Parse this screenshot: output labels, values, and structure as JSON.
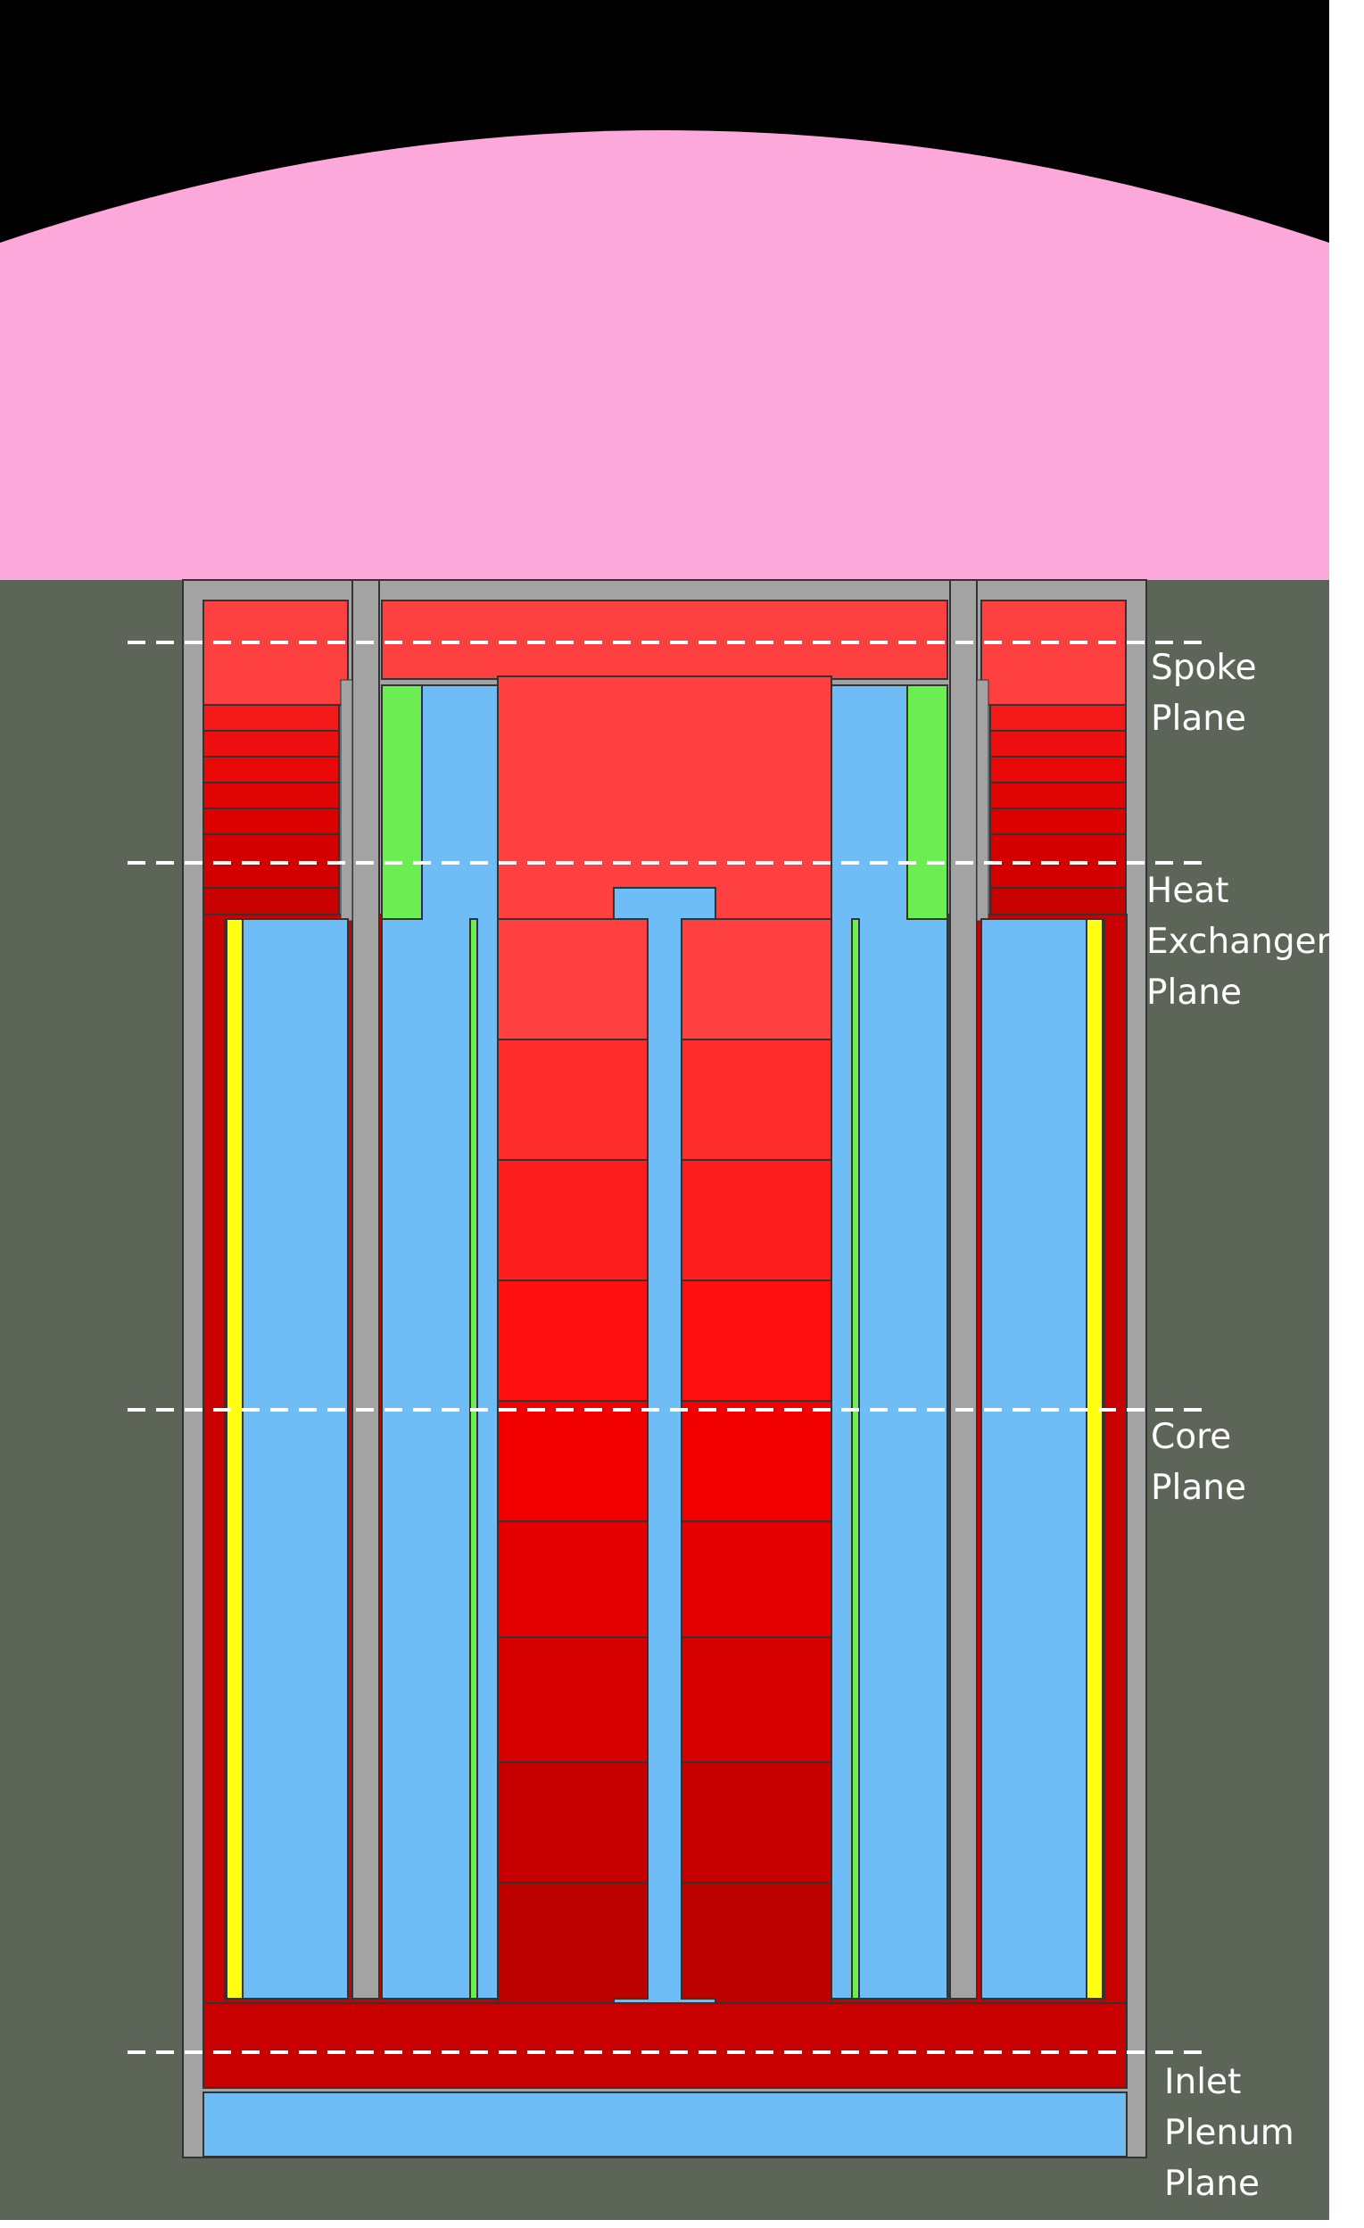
{
  "planes": {
    "spoke": [
      "Spoke",
      "Plane"
    ],
    "heat_exchanger": [
      "Heat",
      "Exchanger",
      "Plane"
    ],
    "core": [
      "Core",
      "Plane"
    ],
    "inlet_plenum": [
      "Inlet",
      "Plenum",
      "Plane"
    ]
  },
  "colors": {
    "background_top": "#000000",
    "dome": "#fca8da",
    "outer_body": "#5c6558",
    "vessel_wall": "#a3a3a3",
    "coolant": "#6fbdf6",
    "heat_exchanger": "#6ced52",
    "reflector": "#ffff10",
    "guide_line": "#ffffff",
    "core_gradient": [
      "#ff4040",
      "#ff2c2c",
      "#ff1e1e",
      "#ff1010",
      "#f20000",
      "#e40000",
      "#d60000",
      "#c60000",
      "#bd0000"
    ],
    "spoke_gradient": [
      "#ff4040",
      "#f41818",
      "#ee1010",
      "#e80808",
      "#e00404",
      "#d40000",
      "#c80000"
    ]
  }
}
